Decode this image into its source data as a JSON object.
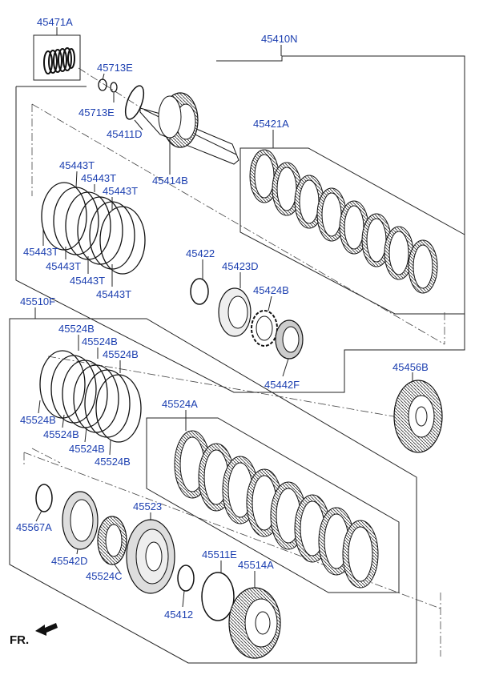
{
  "labels": {
    "p45471A": "45471A",
    "p45410N": "45410N",
    "p45713E_a": "45713E",
    "p45713E_b": "45713E",
    "p45411D": "45411D",
    "p45414B": "45414B",
    "p45421A": "45421A",
    "p45443T_1": "45443T",
    "p45443T_2": "45443T",
    "p45443T_3": "45443T",
    "p45443T_4": "45443T",
    "p45443T_5": "45443T",
    "p45443T_6": "45443T",
    "p45443T_7": "45443T",
    "p45422": "45422",
    "p45423D": "45423D",
    "p45424B": "45424B",
    "p45442F": "45442F",
    "p45510F": "45510F",
    "p45524B_1": "45524B",
    "p45524B_2": "45524B",
    "p45524B_3": "45524B",
    "p45524B_4": "45524B",
    "p45524B_5": "45524B",
    "p45524B_6": "45524B",
    "p45524B_7": "45524B",
    "p45456B": "45456B",
    "p45524A": "45524A",
    "p45567A": "45567A",
    "p45542D": "45542D",
    "p45523": "45523",
    "p45524C": "45524C",
    "p45511E": "45511E",
    "p45514A": "45514A",
    "p45412": "45412",
    "fr": "FR."
  }
}
